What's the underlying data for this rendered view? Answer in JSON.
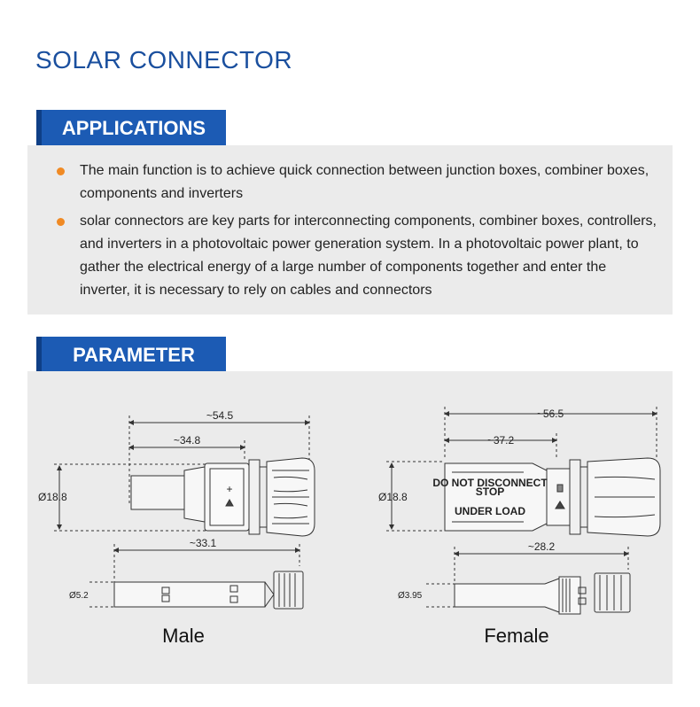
{
  "title": "SOLAR CONNECTOR",
  "applications": {
    "heading": "APPLICATIONS",
    "items": [
      "The main function is to achieve quick connection between junction boxes, combiner boxes, components and inverters",
      "solar connectors are key parts for interconnecting components, combiner boxes, controllers, and inverters in a photovoltaic power generation system. In a photovoltaic power plant, to gather the electrical energy of a large number of components together and enter the inverter, it is necessary to rely on cables and connectors"
    ]
  },
  "parameter": {
    "heading": "PARAMETER",
    "male": {
      "label": "Male",
      "total_length": "~54.5",
      "body_length": "~34.8",
      "diameter": "Ø18.8",
      "pin_length": "~33.1",
      "pin_diameter": "Ø5.2"
    },
    "female": {
      "label": "Female",
      "total_length": "~56.5",
      "body_length": "~37.2",
      "diameter": "Ø18.8",
      "pin_length": "~28.2",
      "pin_diameter": "Ø3.95",
      "warning_line1": "DO NOT DISCONNECT",
      "warning_line2": "STOP",
      "warning_line3": "UNDER LOAD"
    }
  },
  "colors": {
    "title": "#1a4f9e",
    "tab": "#1c5bb4",
    "bullet": "#f08a24",
    "panel": "#ebebeb"
  }
}
